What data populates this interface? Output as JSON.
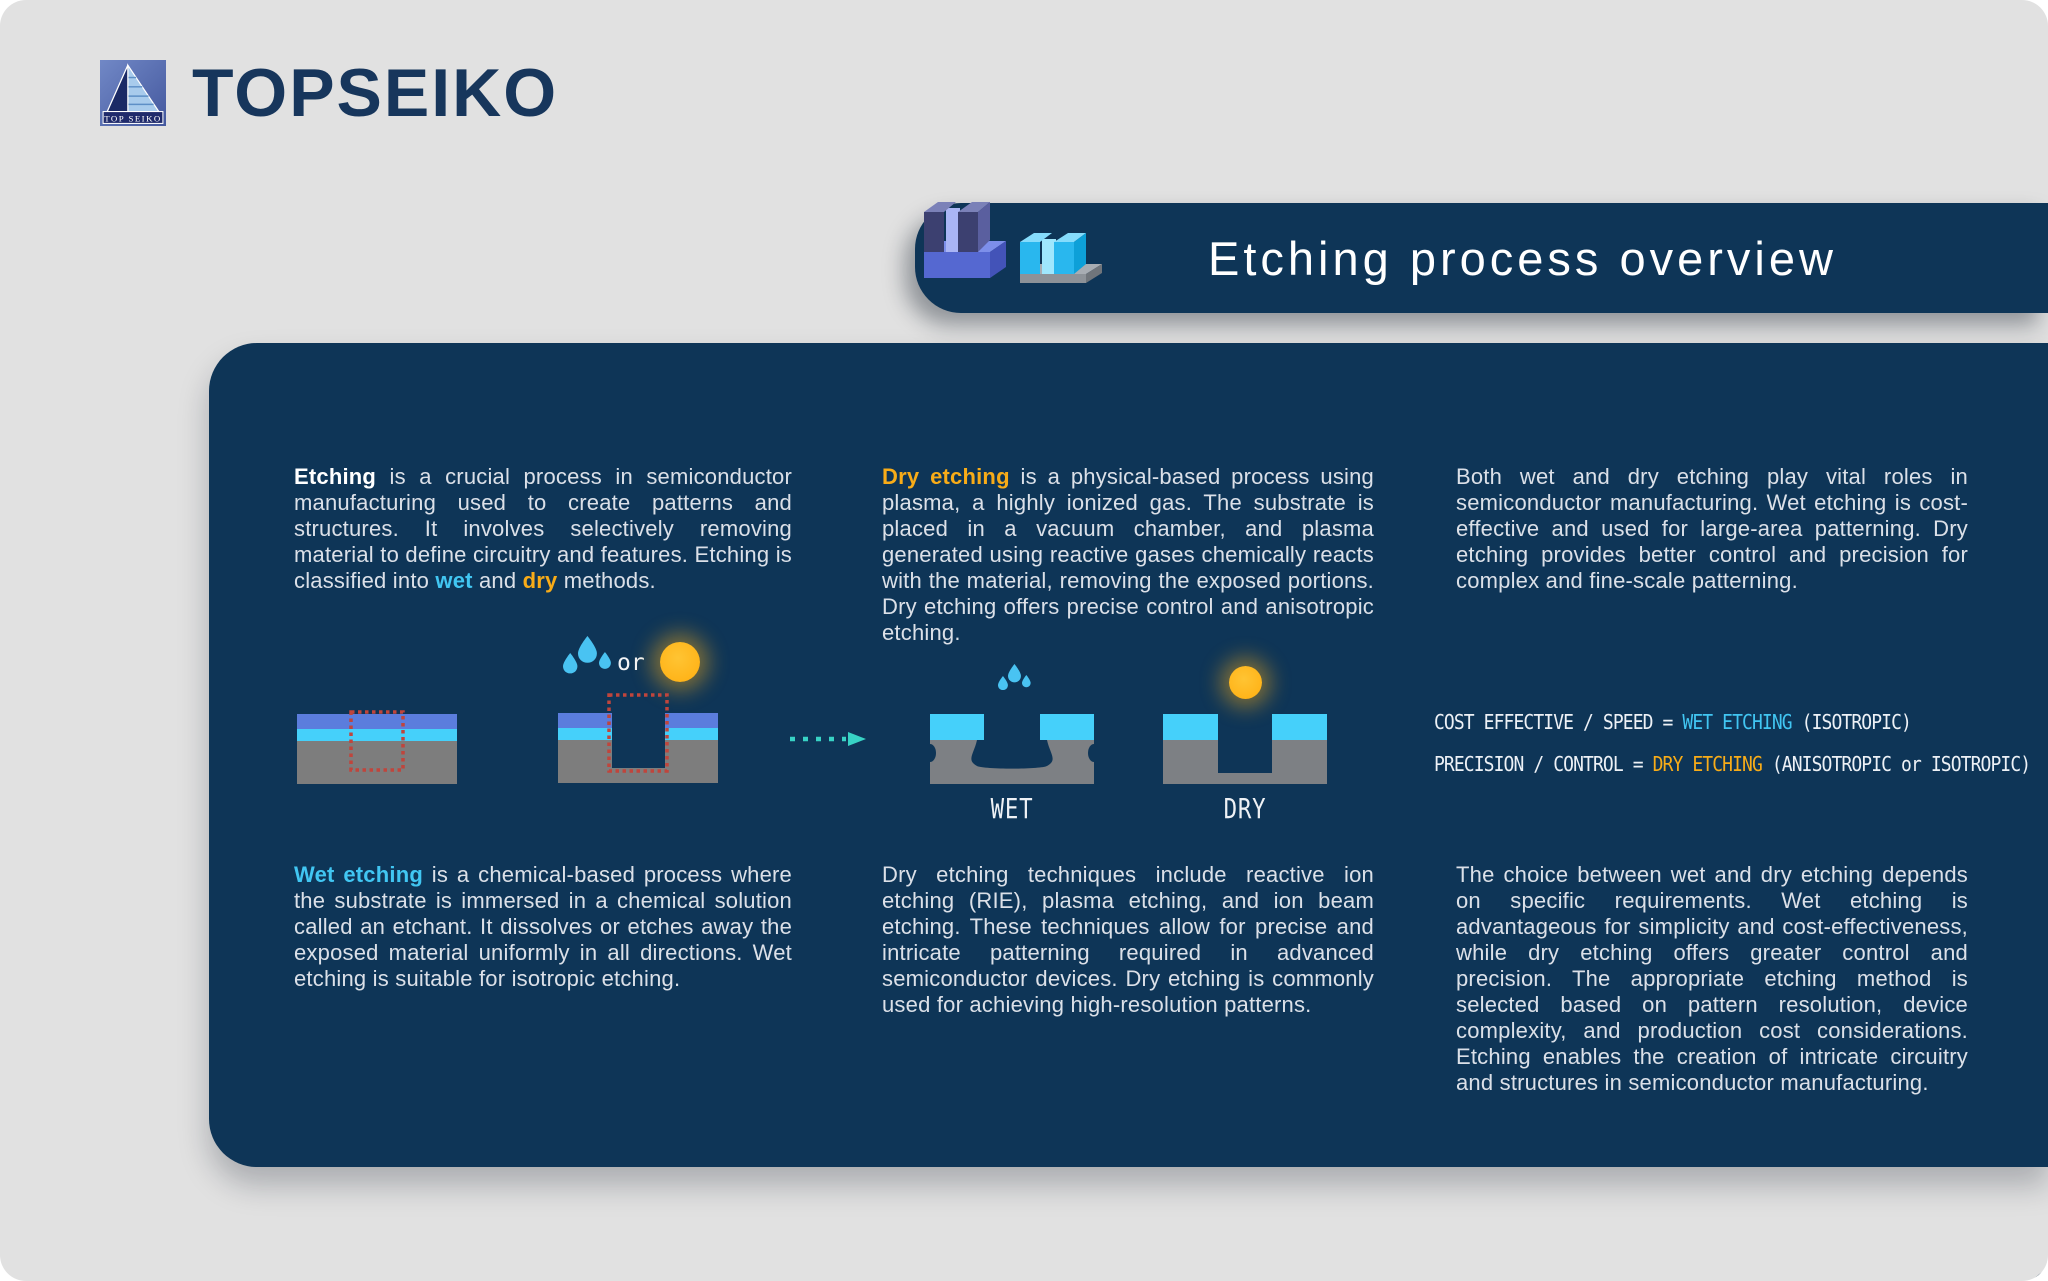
{
  "colors": {
    "bg": "#e1e1e1",
    "navy": "#0e3557",
    "cyan": "#41c6f2",
    "orange": "#f8ac18",
    "teal": "#38d3c5",
    "body-text": "#dbe0e8",
    "layer-blue": "#5b7ddd",
    "layer-cyan": "#45d0fa",
    "substrate-gray": "#7d7d7d",
    "etch-outline-red": "#c0453c",
    "sun-yellow": "#ffb014",
    "drop-blue": "#49c3f2"
  },
  "logo": {
    "badge_text": "TOP SEIKO",
    "wordmark": "TOPSEIKO"
  },
  "banner": {
    "title": "Etching process overview"
  },
  "icons": {
    "banner_left": "etched-substrate-purple-icon",
    "banner_right": "etched-substrate-cyan-icon",
    "wet_symbol": "water-drops-icon",
    "dry_symbol": "sun-icon",
    "flow": "dashed-arrow-icon"
  },
  "diagram": {
    "or_label": "or",
    "wet_label": "WET",
    "dry_label": "DRY"
  },
  "rules": {
    "line1": [
      {
        "t": "COST EFFECTIVE / SPEED = ",
        "s": "white"
      },
      {
        "t": "WET ETCHING",
        "s": "cyan"
      },
      {
        "t": " (ISOTROPIC)",
        "s": "white"
      }
    ],
    "line2": [
      {
        "t": "PRECISION / CONTROL = ",
        "s": "white"
      },
      {
        "t": "DRY ETCHING",
        "s": "orange"
      },
      {
        "t": " (ANISOTROPIC or ISOTROPIC)",
        "s": "white"
      }
    ]
  },
  "paragraphs": {
    "intro": [
      {
        "t": "Etching",
        "s": "bold-white"
      },
      {
        "t": " is a crucial process in semiconductor manufacturing used to create patterns and structures. It involves selectively removing material to define circuitry and features. Etching is classified into ",
        "s": "normal"
      },
      {
        "t": "wet",
        "s": "bold-cyan"
      },
      {
        "t": " and ",
        "s": "normal"
      },
      {
        "t": "dry",
        "s": "bold-orange"
      },
      {
        "t": " methods.",
        "s": "normal"
      }
    ],
    "dry_top": [
      {
        "t": "Dry etching",
        "s": "bold-orange"
      },
      {
        "t": " is a physical-based process using plasma, a highly ionized gas. The substrate is placed in a vacuum chamber, and plasma generated using reactive gases chemically reacts with the material, removing the exposed portions. Dry etching offers precise control and anisotropic etching.",
        "s": "normal"
      }
    ],
    "both_top": [
      {
        "t": "Both wet and dry etching play vital roles in semiconductor manufacturing. Wet etching is cost-effective and used for large-area patterning. Dry etching provides better control and precision for complex and fine-scale patterning.",
        "s": "normal"
      }
    ],
    "wet_bottom": [
      {
        "t": "Wet etching",
        "s": "bold-cyan"
      },
      {
        "t": " is a chemical-based process where the substrate is immersed in a chemical solution called an etchant. It dissolves or etches away the exposed material uniformly in all directions. Wet etching is suitable for isotropic etching.",
        "s": "normal"
      }
    ],
    "dry_bottom": [
      {
        "t": "Dry etching techniques include reactive ion etching (RIE), plasma etching, and ion beam etching. These techniques allow for precise and intricate patterning required in advanced semiconductor devices. Dry etching is commonly used for achieving high-resolution patterns.",
        "s": "normal"
      }
    ],
    "choice_bottom": [
      {
        "t": "The choice between wet and dry etching depends on specific requirements. Wet etching is advantageous for simplicity and cost-effectiveness, while dry etching offers greater control and precision. The appropriate etching method is selected based on pattern resolution, device complexity, and production cost considerations. Etching enables the creation of intricate circuitry and structures in semiconductor manufacturing.",
        "s": "normal"
      }
    ]
  }
}
